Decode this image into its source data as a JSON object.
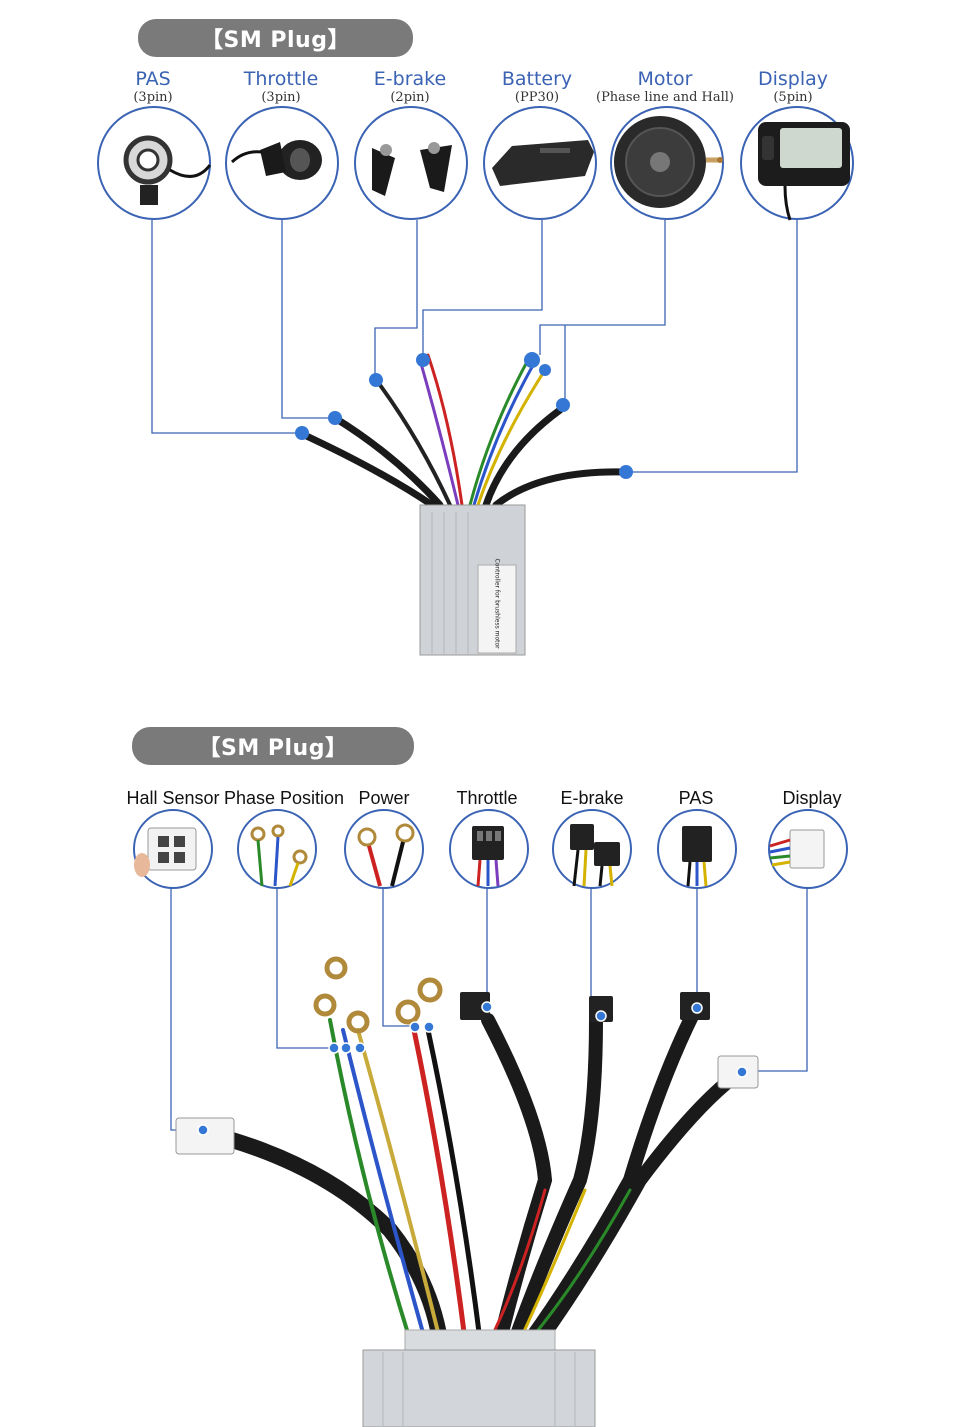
{
  "panel1": {
    "heading": "【SM Plug】",
    "components": [
      {
        "name": "PAS",
        "sub": "(3pin)",
        "icon": "pas-sensor-icon"
      },
      {
        "name": "Throttle",
        "sub": "(3pin)",
        "icon": "thumb-throttle-icon"
      },
      {
        "name": "E-brake",
        "sub": "(2pin)",
        "icon": "brake-lever-icon"
      },
      {
        "name": "Battery",
        "sub": "(PP30)",
        "icon": "battery-pack-icon"
      },
      {
        "name": "Motor",
        "sub": "(Phase line and Hall)",
        "icon": "hub-motor-icon"
      },
      {
        "name": "Display",
        "sub": "(5pin)",
        "icon": "lcd-display-icon"
      }
    ],
    "controller_label": "Controller for brushless motor"
  },
  "panel2": {
    "heading": "【SM Plug】",
    "components": [
      {
        "name": "Hall Sensor",
        "icon": "hall-connector-icon"
      },
      {
        "name": "Phase Position",
        "icon": "phase-terminals-icon"
      },
      {
        "name": "Power",
        "icon": "power-terminals-icon"
      },
      {
        "name": "Throttle",
        "icon": "throttle-connector-icon"
      },
      {
        "name": "E-brake",
        "icon": "ebrake-connector-icon"
      },
      {
        "name": "PAS",
        "icon": "pas-connector-icon"
      },
      {
        "name": "Display",
        "icon": "display-connector-icon"
      }
    ]
  },
  "colors": {
    "accent": "#3b63b4",
    "connector_dot": "#3577d4",
    "pill": "#7a7a7a",
    "controller": "#cfd3d8"
  }
}
